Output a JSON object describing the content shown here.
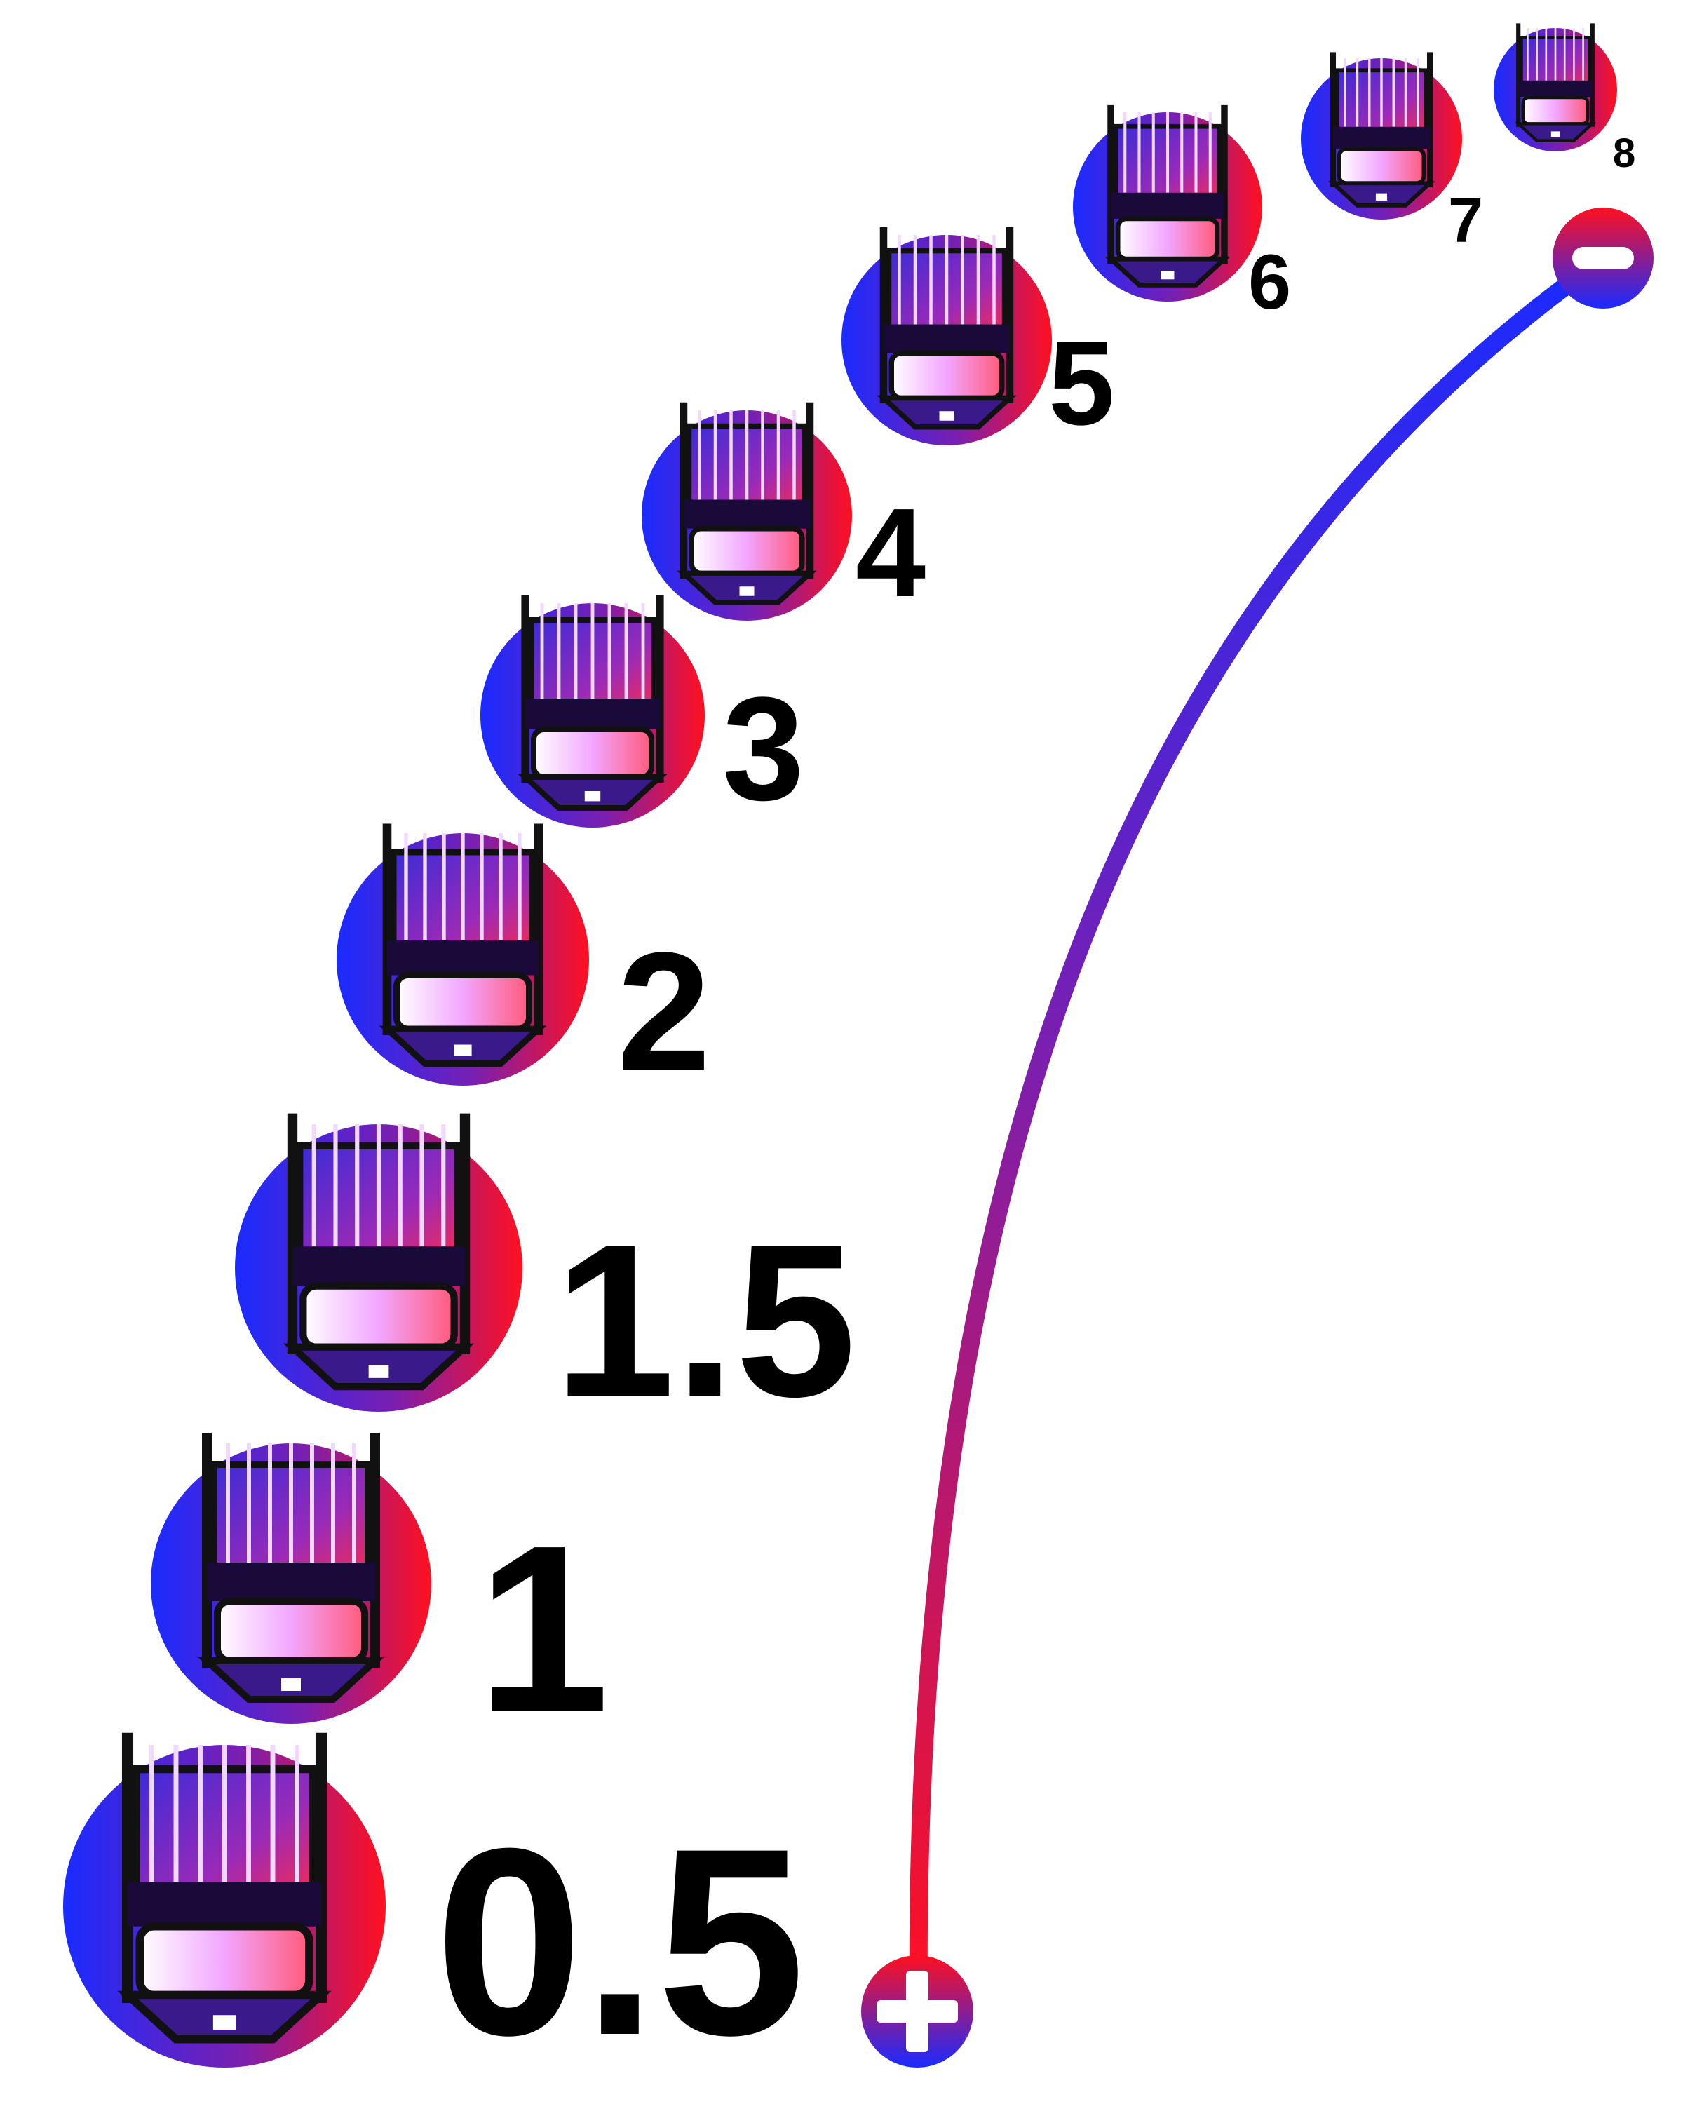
{
  "colors": {
    "blue": "#1a2bff",
    "red": "#ff1020",
    "purple": "#7a1fb0",
    "label": "#000000"
  },
  "guards": [
    {
      "label": "0.5"
    },
    {
      "label": "1"
    },
    {
      "label": "1.5"
    },
    {
      "label": "2"
    },
    {
      "label": "3"
    },
    {
      "label": "4"
    },
    {
      "label": "5"
    },
    {
      "label": "6"
    },
    {
      "label": "7"
    },
    {
      "label": "8"
    }
  ],
  "scale": {
    "plus_icon": "plus-icon",
    "minus_icon": "minus-icon"
  }
}
